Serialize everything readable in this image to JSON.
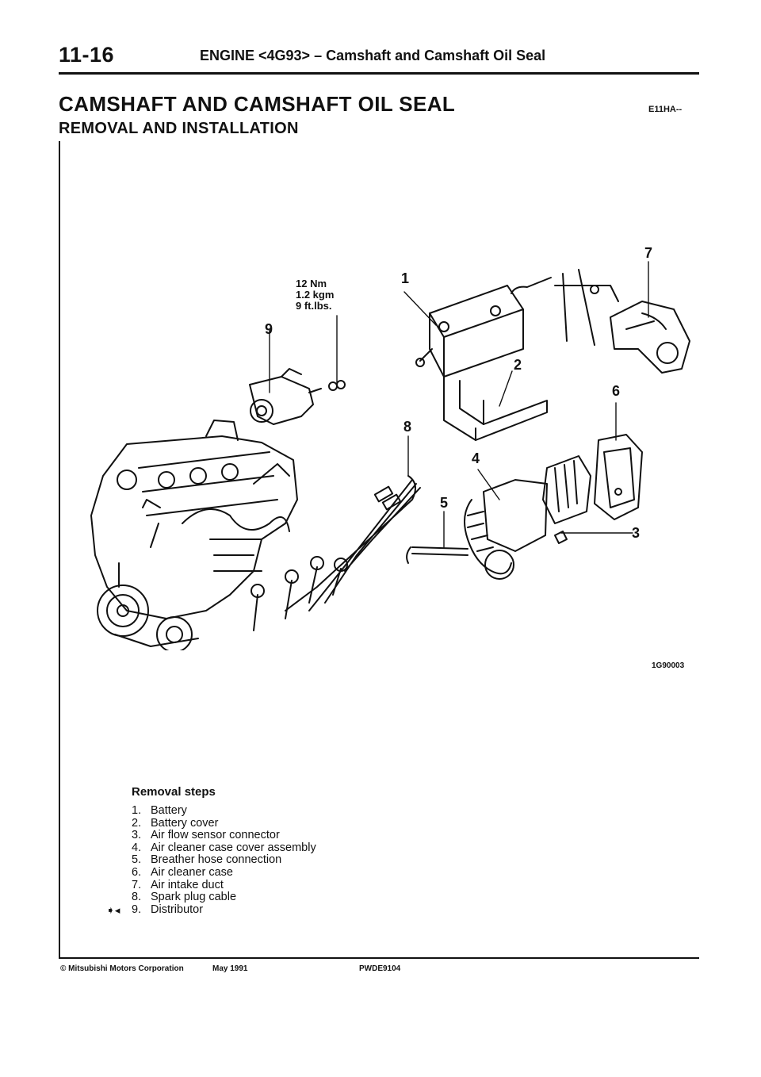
{
  "header": {
    "page_number": "11-16",
    "running_head": "ENGINE <4G93> – Camshaft and Camshaft Oil Seal"
  },
  "title": "CAMSHAFT AND CAMSHAFT OIL SEAL",
  "doc_code": "E11HA--",
  "subtitle": "REMOVAL AND INSTALLATION",
  "figure": {
    "code": "1G90003",
    "torque": [
      "12 Nm",
      "1.2 kgm",
      "9 ft.lbs."
    ],
    "callouts": [
      "1",
      "2",
      "3",
      "4",
      "5",
      "6",
      "7",
      "8",
      "9"
    ]
  },
  "steps": {
    "title": "Removal steps",
    "marker": "➧◂",
    "items": [
      {
        "num": "1.",
        "text": "Battery"
      },
      {
        "num": "2.",
        "text": "Battery cover"
      },
      {
        "num": "3.",
        "text": "Air flow sensor connector"
      },
      {
        "num": "4.",
        "text": "Air cleaner case cover assembly"
      },
      {
        "num": "5.",
        "text": "Breather hose connection"
      },
      {
        "num": "6.",
        "text": "Air cleaner case"
      },
      {
        "num": "7.",
        "text": "Air intake duct"
      },
      {
        "num": "8.",
        "text": "Spark plug cable"
      },
      {
        "num": "9.",
        "text": "Distributor"
      }
    ]
  },
  "footer": {
    "copyright": "© Mitsubishi Motors Corporation",
    "date": "May 1991",
    "pub_code": "PWDE9104"
  }
}
